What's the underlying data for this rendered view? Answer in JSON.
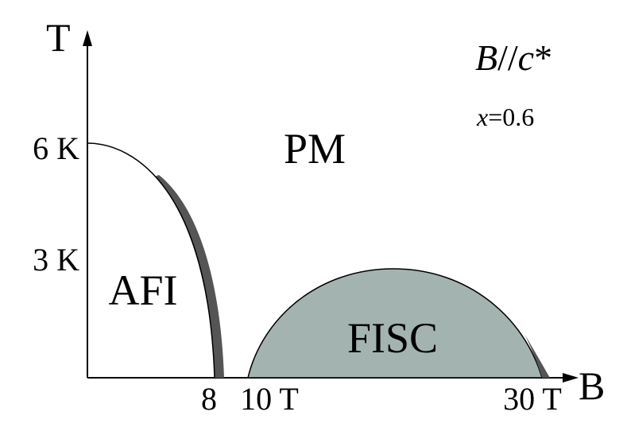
{
  "diagram": {
    "axis_labels": {
      "x": "B",
      "y": "T"
    },
    "field_condition": {
      "symbol": "B",
      "sep": "//",
      "axis": "c",
      "star": "*"
    },
    "composition": {
      "var": "x",
      "value": "=0.6"
    },
    "y_ticks": {
      "t6": "6 K",
      "t3": "3 K"
    },
    "x_ticks": {
      "t8": "8",
      "t10": "10 T",
      "t30": "30 T"
    },
    "regions": {
      "pm": "PM",
      "afi": "AFI",
      "fisc": "FISC"
    },
    "colors": {
      "fisc_fill": "#a3b4b0",
      "boundary_shade": "#555555",
      "line": "#000000"
    }
  }
}
